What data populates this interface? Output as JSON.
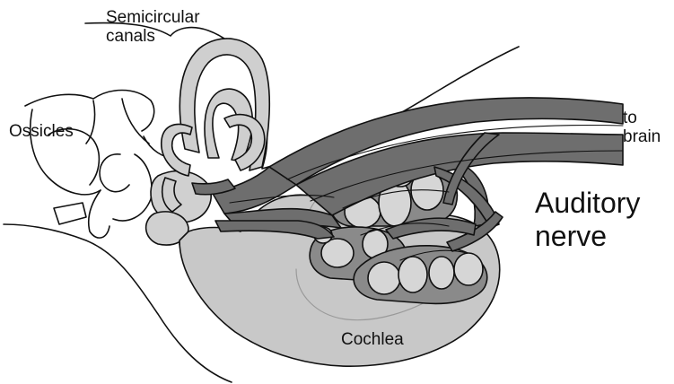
{
  "diagram": {
    "labels": {
      "semicircular": {
        "line1": "Semicircular",
        "line2": "canals"
      },
      "ossicles": "Ossicles",
      "to_brain": {
        "line1": "to",
        "line2": "brain"
      },
      "auditory_nerve": {
        "line1": "Auditory",
        "line2": "nerve"
      },
      "cochlea": "Cochlea"
    },
    "colors": {
      "cochlea_fill": "#c8c8c8",
      "canal_fill": "#cfcfcf",
      "nerve_fill": "#6e6e6e",
      "turn_fill": "#d6d6d6",
      "outline": "#111111",
      "background": "#ffffff"
    }
  }
}
